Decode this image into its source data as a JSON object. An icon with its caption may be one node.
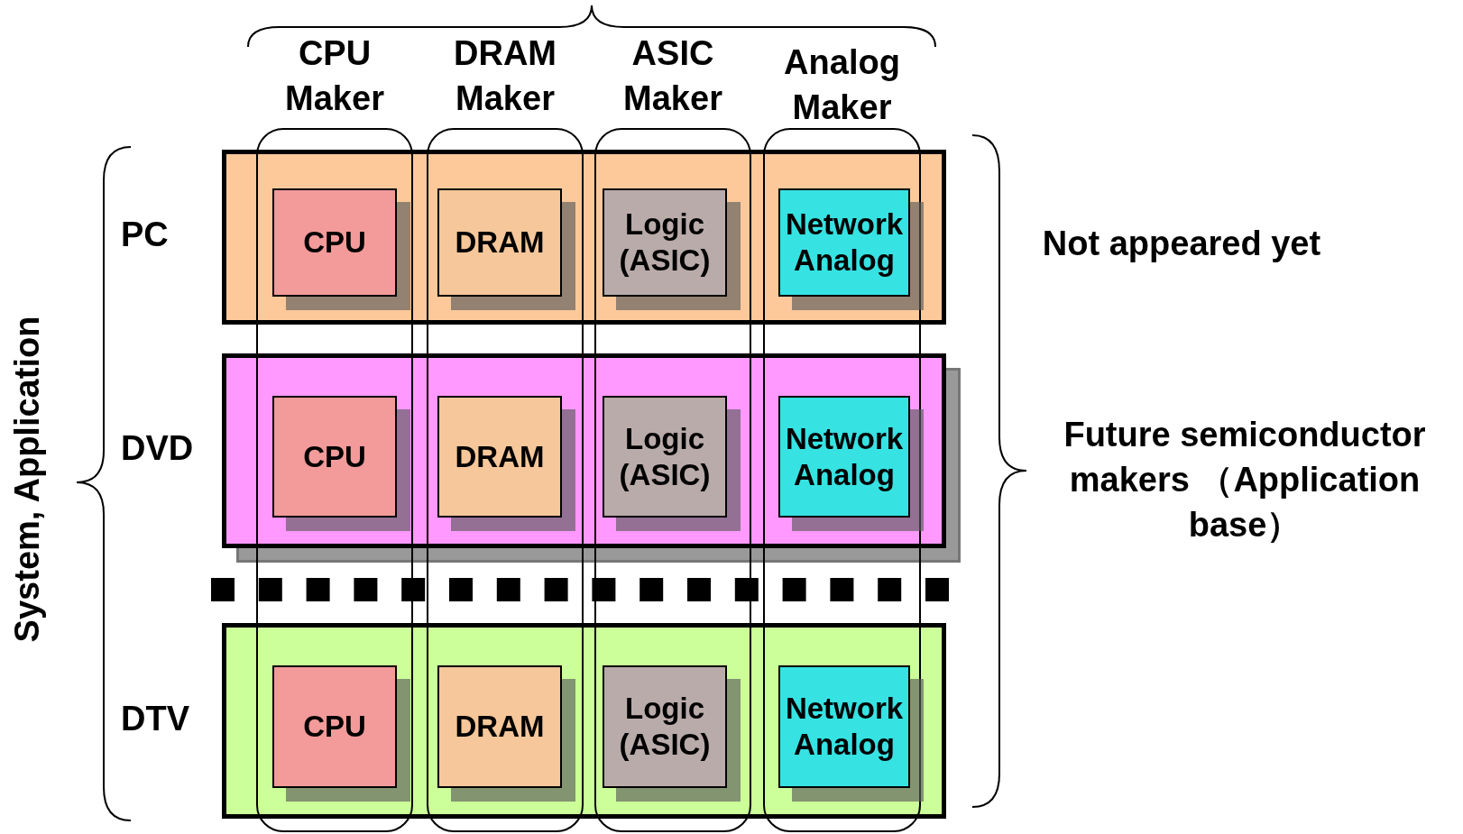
{
  "diagram": {
    "nodes": [
      {
        "text": [
          "CPU Maker"
        ]
      },
      {
        "text": [
          "DRAM Maker"
        ]
      },
      {
        "text": [
          "ASIC Maker"
        ]
      },
      {
        "text": [
          "Analog Maker"
        ]
      },
      {
        "text": [
          "PC"
        ]
      },
      {
        "text": [
          "CPU"
        ]
      },
      {
        "text": [
          "DRAM"
        ]
      },
      {
        "text": [
          "Logic (ASIC)"
        ]
      },
      {
        "text": [
          "Network Analog"
        ]
      },
      {
        "text": [
          "DVD"
        ]
      },
      {
        "text": [
          "CPU"
        ]
      },
      {
        "text": [
          "DRAM"
        ]
      },
      {
        "text": [
          "Logic (ASIC)"
        ]
      },
      {
        "text": [
          "Network Analog"
        ]
      },
      {
        "text": [
          "DTV"
        ]
      },
      {
        "text": [
          "CPU"
        ]
      },
      {
        "text": [
          "DRAM"
        ]
      },
      {
        "text": [
          "Logic (ASIC)"
        ]
      },
      {
        "text": [
          "Network Analog"
        ]
      }
    ],
    "edges": [],
    "labels": [
      "System, Application",
      "Not appeared yet",
      "Future semiconductor makers （Application base）"
    ]
  }
}
